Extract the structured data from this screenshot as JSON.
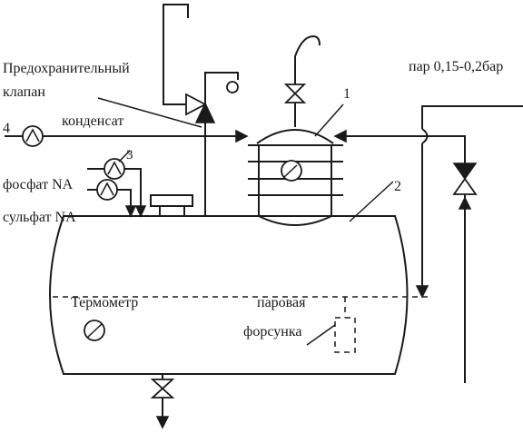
{
  "labels": {
    "safety_valve_line1": "Предохранительный",
    "safety_valve_line2": "клапан",
    "steam_supply": "пар 0,15-0,2бар",
    "condensate": "конденсат",
    "phosphate": "фосфат NA",
    "sulfate": "сульфат NA",
    "thermometer": "Термометр",
    "steam_nozzle_line1": "паровая",
    "steam_nozzle_line2": "форсунка"
  },
  "callouts": {
    "num_1": "1",
    "num_2": "2",
    "num_3": "3",
    "num_4": "4"
  }
}
